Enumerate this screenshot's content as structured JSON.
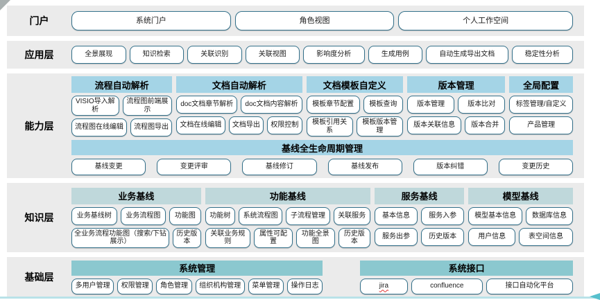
{
  "colors": {
    "band_bg": "#ebebeb",
    "chip_border": "#33708a",
    "header_blue": "#a4d4e6",
    "header_gray_teal": "#bfd8db",
    "header_teal": "#8bc8cf",
    "bottom_line": "#b9e2e8",
    "arrow_teal": "#57c0cd",
    "spellcheck_red": "#e03131"
  },
  "spellcheck_flagged": [
    "jira"
  ],
  "portal": {
    "label": "门户",
    "buttons": [
      "系统门户",
      "角色视图",
      "个人工作空间"
    ]
  },
  "application": {
    "label": "应用层",
    "buttons": [
      "全景展现",
      "知识检索",
      "关联识别",
      "关联视图",
      "影响度分析",
      "生成用例",
      "自动生成导出文档",
      "稳定性分析"
    ]
  },
  "capability": {
    "label": "能力层",
    "groups": [
      {
        "title": "流程自动解析",
        "rows": [
          [
            "VISIO导入解析",
            "流程图前端展示"
          ],
          [
            "流程图在线编辑",
            "流程图导出"
          ]
        ]
      },
      {
        "title": "文档自动解析",
        "rows": [
          [
            "doc文档章节解析",
            "doc文档内容解析"
          ],
          [
            "文档在线编辑",
            "文档导出",
            "权限控制"
          ]
        ]
      },
      {
        "title": "文档模板自定义",
        "rows": [
          [
            "模板章节配置",
            "模板查询"
          ],
          [
            "模板引用关系",
            "模板版本管理"
          ]
        ]
      },
      {
        "title": "版本管理",
        "rows": [
          [
            "版本管理",
            "版本比对"
          ],
          [
            "版本关联信息",
            "版本合并"
          ]
        ]
      },
      {
        "title": "全局配置",
        "rows": [
          [
            "标签管理/自定义"
          ],
          [
            "产品管理"
          ]
        ]
      }
    ],
    "baseline": {
      "title": "基线全生命周期管理",
      "buttons": [
        "基线变更",
        "变更评审",
        "基线修订",
        "基线发布",
        "版本纠错",
        "变更历史"
      ]
    }
  },
  "knowledge": {
    "label": "知识层",
    "groups": [
      {
        "title": "业务基线",
        "rows": [
          [
            "业务基线树",
            "业务流程图",
            "功能图"
          ],
          [
            "全业务流程功能图（搜索/下钻展示）",
            "历史版本"
          ]
        ]
      },
      {
        "title": "功能基线",
        "rows": [
          [
            "功能树",
            "系统流程图",
            "子流程管理",
            "关联服务"
          ],
          [
            "关联业务规则",
            "属性可配置",
            "功能全景图",
            "历史版本"
          ]
        ]
      },
      {
        "title": "服务基线",
        "rows": [
          [
            "基本信息",
            "服务入参"
          ],
          [
            "服务出参",
            "历史版本"
          ]
        ]
      },
      {
        "title": "模型基线",
        "rows": [
          [
            "模型基本信息",
            "数据库信息"
          ],
          [
            "用户信息",
            "表空间信息"
          ]
        ]
      }
    ]
  },
  "foundation": {
    "label": "基础层",
    "groups": [
      {
        "title": "系统管理",
        "buttons": [
          "多用户管理",
          "权限管理",
          "角色管理",
          "组织机构管理",
          "菜单管理",
          "操作日志"
        ]
      },
      {
        "title": "系统接口",
        "buttons": [
          "jira",
          "confluence",
          "接口自动化平台"
        ]
      }
    ]
  }
}
